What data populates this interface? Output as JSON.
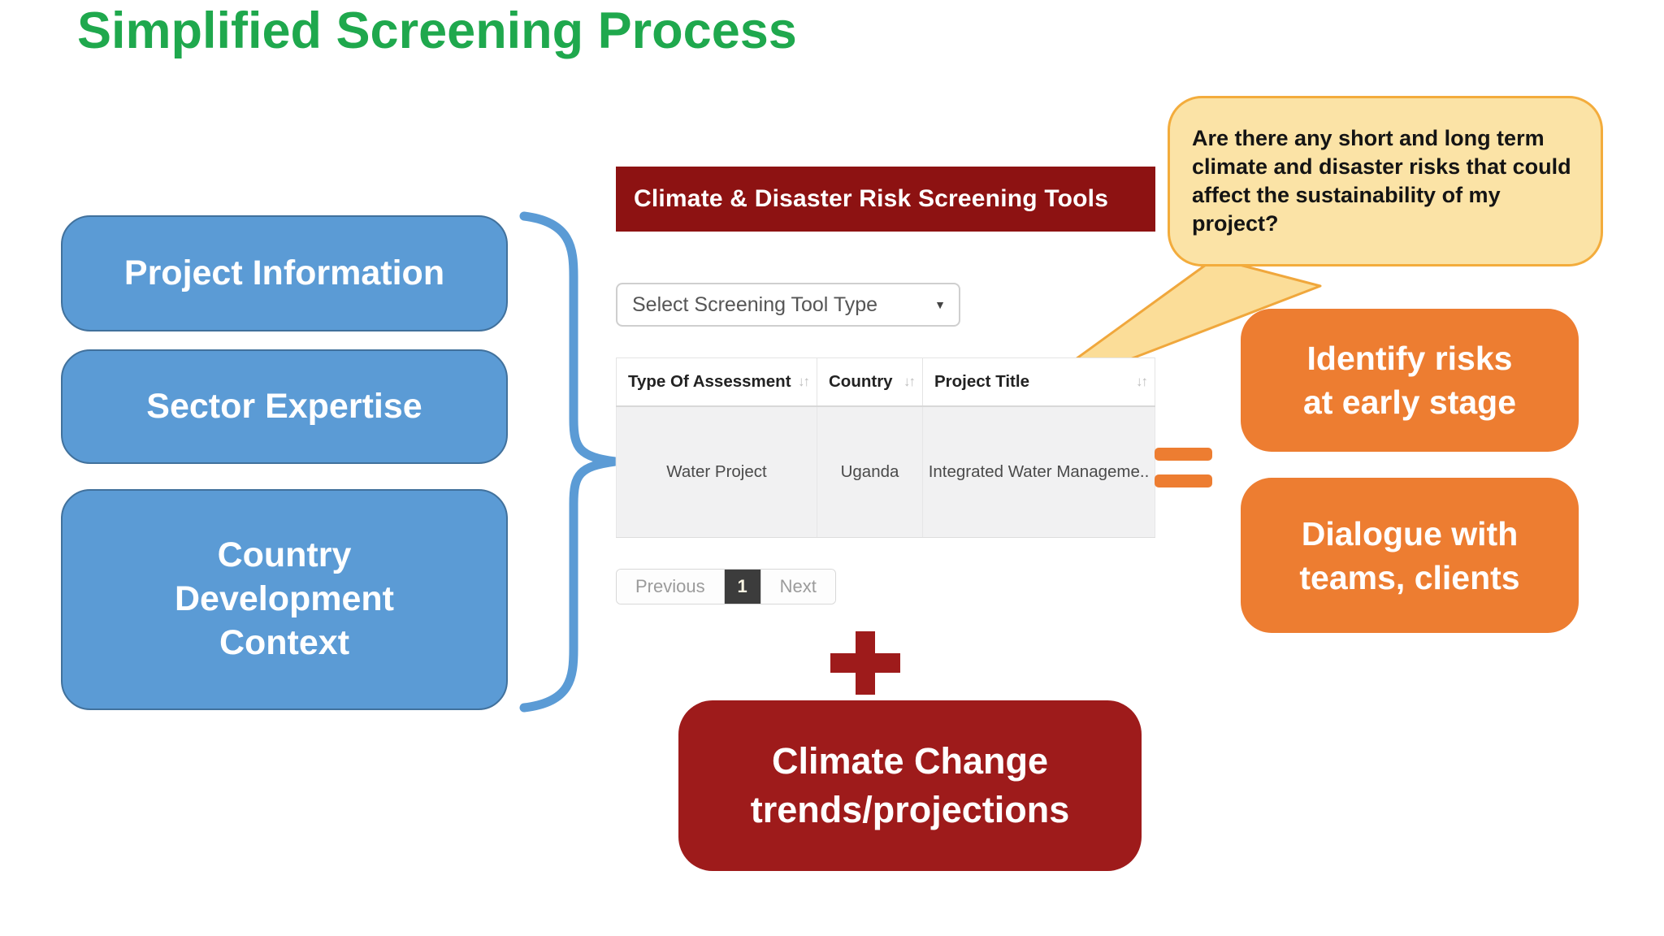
{
  "slide": {
    "title": "Simplified Screening Process"
  },
  "inputs": {
    "box1": "Project Information",
    "box2": "Sector Expertise",
    "box3": "Country Development Context"
  },
  "tool": {
    "header": "Climate & Disaster Risk Screening Tools",
    "dropdown_value": "Select Screening Tool Type",
    "table": {
      "columns": [
        "Type Of Assessment",
        "Country",
        "Project Title"
      ],
      "rows": [
        [
          "Water Project",
          "Uganda",
          "Integrated Water Manageme.."
        ]
      ]
    },
    "pagination": {
      "previous": "Previous",
      "page": "1",
      "next": "Next"
    }
  },
  "bubble": {
    "text": "Are there any short and long term climate and disaster risks that could affect the sustainability of my project?"
  },
  "climate_box": {
    "line1": "Climate Change",
    "line2": "trends/projections"
  },
  "outcomes": {
    "box1": {
      "line1": "Identify risks",
      "line2": "at early stage"
    },
    "box2": {
      "line1": "Dialogue with",
      "line2": "teams, clients"
    }
  },
  "icons": {
    "sort": "↓↑",
    "dropdown_caret": "▼"
  },
  "colors": {
    "title_green": "#1FA84D",
    "input_blue": "#5B9BD5",
    "input_blue_border": "#41719C",
    "tool_header_red": "#8D1212",
    "climate_maroon": "#9E1B1B",
    "outcome_orange": "#ED7D31",
    "bubble_fill": "#FBE3A6",
    "bubble_border": "#F3AC3C",
    "table_row_gray": "#F1F1F2"
  }
}
